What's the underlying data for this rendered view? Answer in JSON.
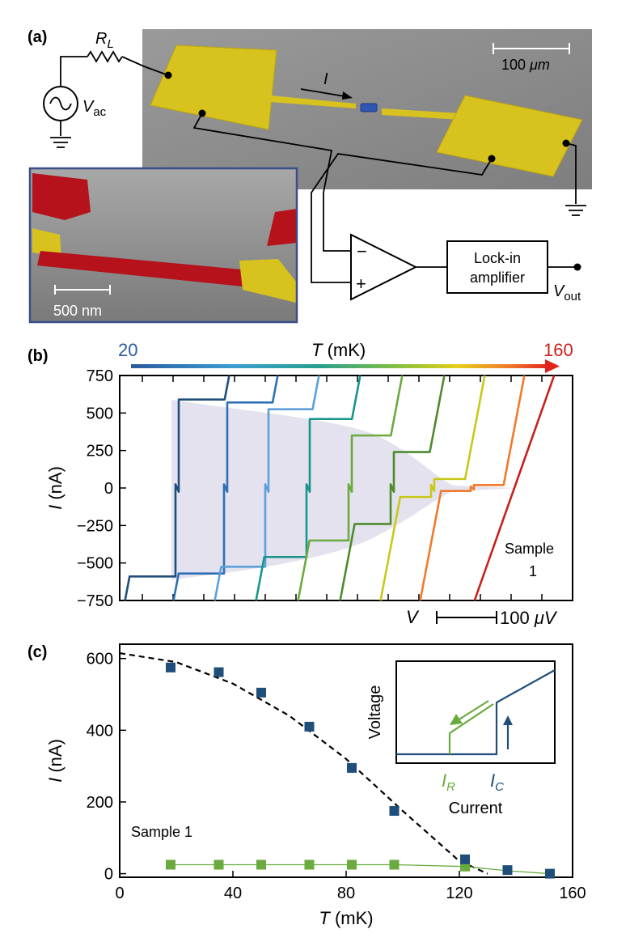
{
  "panel_a": {
    "label": "(a)",
    "rl_symbol": "R",
    "rl_sub": "L",
    "vac_symbol": "V",
    "vac_sub": "ac",
    "current_label": "I",
    "scalebar_top_prefix": "100 ",
    "scalebar_top_unit": "μm",
    "scalebar_inset": "500 nm",
    "lockin_line1": "Lock-in",
    "lockin_line2": "amplifier",
    "vout_symbol": "V",
    "vout_sub": "out",
    "opamp_minus": "−",
    "opamp_plus": "+"
  },
  "panel_b": {
    "label": "(b)",
    "t_label_var": "T",
    "t_label_unit": " (mK)",
    "t_min": "20",
    "t_max": "160",
    "ylabel_var": "I",
    "ylabel_unit": " (nA)",
    "yticks": [
      "750",
      "500",
      "250",
      "0",
      "−250",
      "−500",
      "−750"
    ],
    "sample_line1": "Sample",
    "sample_line2": "1",
    "v_label": "V",
    "scalebar_prefix": "100 ",
    "scalebar_unit": "μV"
  },
  "panel_c": {
    "label": "(c)",
    "ylabel_var": "I",
    "ylabel_unit": " (nA)",
    "xlabel_var": "T",
    "xlabel_unit": " (mK)",
    "yticks": [
      "600",
      "400",
      "200",
      "0"
    ],
    "xticks": [
      "0",
      "40",
      "80",
      "120",
      "160"
    ],
    "sample_label": "Sample 1",
    "inset_ylabel": "Voltage",
    "inset_xlabel": "Current",
    "inset_ir_var": "I",
    "inset_ir_sub": "R",
    "inset_ic_var": "I",
    "inset_ic_sub": "C"
  },
  "colors": {
    "gold": "#d8c21e",
    "red_film": "#b5121b",
    "sem_gray": "#8a8a8a",
    "blue": "#1f4e79",
    "green": "#6aaa3e",
    "shade": "#e4e2ef",
    "arrow_start": "#2b5aa0",
    "arrow_end": "#e0241b"
  },
  "chart_data": [
    {
      "type": "line",
      "panel": "(b)",
      "xlabel": "V",
      "ylabel": "I (nA)",
      "ylim": [
        -750,
        750
      ],
      "color_scale": {
        "label": "T (mK)",
        "min": 20,
        "max": 160
      },
      "annotation": "Sample 1",
      "series": [
        {
          "switch_nA": 590,
          "retrap_nA": 25
        },
        {
          "switch_nA": 570,
          "retrap_nA": 25
        },
        {
          "switch_nA": 525,
          "retrap_nA": 25
        },
        {
          "switch_nA": 460,
          "retrap_nA": 25
        },
        {
          "switch_nA": 350,
          "retrap_nA": 25
        },
        {
          "switch_nA": 240,
          "retrap_nA": 25
        },
        {
          "switch_nA": 60,
          "retrap_nA": 20
        },
        {
          "switch_nA": 20,
          "retrap_nA": 10
        },
        {
          "switch_nA": 0,
          "retrap_nA": 0
        }
      ]
    },
    {
      "type": "scatter",
      "panel": "(c)",
      "xlabel": "T (mK)",
      "ylabel": "I (nA)",
      "xlim": [
        0,
        160
      ],
      "ylim": [
        -10,
        640
      ],
      "annotation": "Sample 1",
      "series": [
        {
          "name": "I_C",
          "x": [
            18,
            35,
            50,
            67,
            82,
            97,
            122,
            137,
            152
          ],
          "y": [
            575,
            562,
            505,
            410,
            295,
            175,
            40,
            10,
            0
          ]
        },
        {
          "name": "I_R",
          "x": [
            18,
            35,
            50,
            67,
            82,
            97,
            122
          ],
          "y": [
            25,
            25,
            25,
            25,
            25,
            25,
            20
          ]
        }
      ],
      "fit_line": {
        "style": "dashed",
        "x": [
          0,
          20,
          40,
          60,
          80,
          100,
          120,
          130
        ],
        "y": [
          615,
          590,
          530,
          440,
          320,
          175,
          35,
          0
        ]
      }
    }
  ]
}
